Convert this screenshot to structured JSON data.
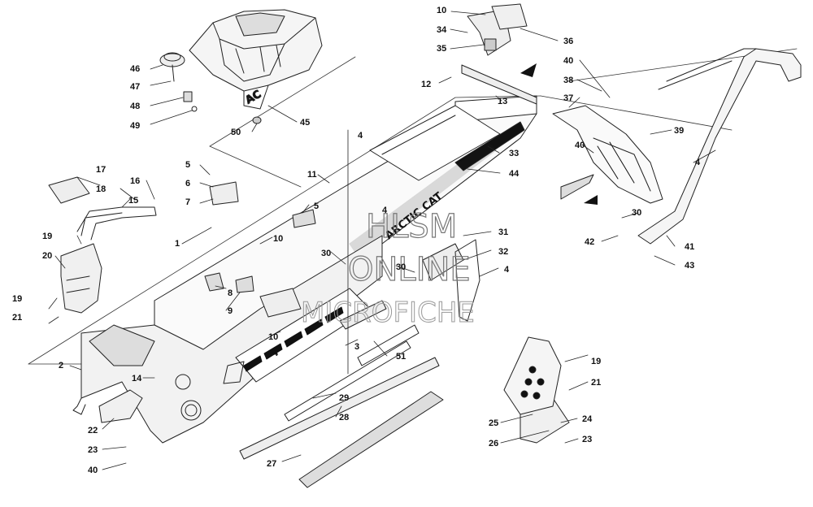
{
  "brand_label": "ARCTIC CAT",
  "watermark": {
    "line1": "HLSM",
    "line2": "ONLINE",
    "line3": "MICROFICHE"
  },
  "callouts": [
    {
      "id": "c1",
      "text": "1"
    },
    {
      "id": "c2",
      "text": "2"
    },
    {
      "id": "c3",
      "text": "3"
    },
    {
      "id": "c4a",
      "text": "4"
    },
    {
      "id": "c4b",
      "text": "4"
    },
    {
      "id": "c4c",
      "text": "4"
    },
    {
      "id": "c4d",
      "text": "4"
    },
    {
      "id": "c4e",
      "text": "4"
    },
    {
      "id": "c5a",
      "text": "5"
    },
    {
      "id": "c5b",
      "text": "5"
    },
    {
      "id": "c6",
      "text": "6"
    },
    {
      "id": "c7",
      "text": "7"
    },
    {
      "id": "c8",
      "text": "8"
    },
    {
      "id": "c9",
      "text": "9"
    },
    {
      "id": "c10a",
      "text": "10"
    },
    {
      "id": "c10b",
      "text": "10"
    },
    {
      "id": "c10c",
      "text": "10"
    },
    {
      "id": "c11",
      "text": "11"
    },
    {
      "id": "c12",
      "text": "12"
    },
    {
      "id": "c13",
      "text": "13"
    },
    {
      "id": "c14",
      "text": "14"
    },
    {
      "id": "c15",
      "text": "15"
    },
    {
      "id": "c16",
      "text": "16"
    },
    {
      "id": "c17",
      "text": "17"
    },
    {
      "id": "c18",
      "text": "18"
    },
    {
      "id": "c19a",
      "text": "19"
    },
    {
      "id": "c19b",
      "text": "19"
    },
    {
      "id": "c19c",
      "text": "19"
    },
    {
      "id": "c20",
      "text": "20"
    },
    {
      "id": "c21a",
      "text": "21"
    },
    {
      "id": "c21b",
      "text": "21"
    },
    {
      "id": "c22",
      "text": "22"
    },
    {
      "id": "c23a",
      "text": "23"
    },
    {
      "id": "c23b",
      "text": "23"
    },
    {
      "id": "c24",
      "text": "24"
    },
    {
      "id": "c25",
      "text": "25"
    },
    {
      "id": "c26",
      "text": "26"
    },
    {
      "id": "c27",
      "text": "27"
    },
    {
      "id": "c28",
      "text": "28"
    },
    {
      "id": "c29",
      "text": "29"
    },
    {
      "id": "c30a",
      "text": "30"
    },
    {
      "id": "c30b",
      "text": "30"
    },
    {
      "id": "c30c",
      "text": "30"
    },
    {
      "id": "c31",
      "text": "31"
    },
    {
      "id": "c32",
      "text": "32"
    },
    {
      "id": "c33",
      "text": "33"
    },
    {
      "id": "c34",
      "text": "34"
    },
    {
      "id": "c35",
      "text": "35"
    },
    {
      "id": "c36",
      "text": "36"
    },
    {
      "id": "c37",
      "text": "37"
    },
    {
      "id": "c38",
      "text": "38"
    },
    {
      "id": "c39",
      "text": "39"
    },
    {
      "id": "c40a",
      "text": "40"
    },
    {
      "id": "c40b",
      "text": "40"
    },
    {
      "id": "c40c",
      "text": "40"
    },
    {
      "id": "c41",
      "text": "41"
    },
    {
      "id": "c42",
      "text": "42"
    },
    {
      "id": "c43",
      "text": "43"
    },
    {
      "id": "c44",
      "text": "44"
    },
    {
      "id": "c45",
      "text": "45"
    },
    {
      "id": "c46",
      "text": "46"
    },
    {
      "id": "c47",
      "text": "47"
    },
    {
      "id": "c48",
      "text": "48"
    },
    {
      "id": "c49",
      "text": "49"
    },
    {
      "id": "c50",
      "text": "50"
    },
    {
      "id": "c51",
      "text": "51"
    }
  ]
}
